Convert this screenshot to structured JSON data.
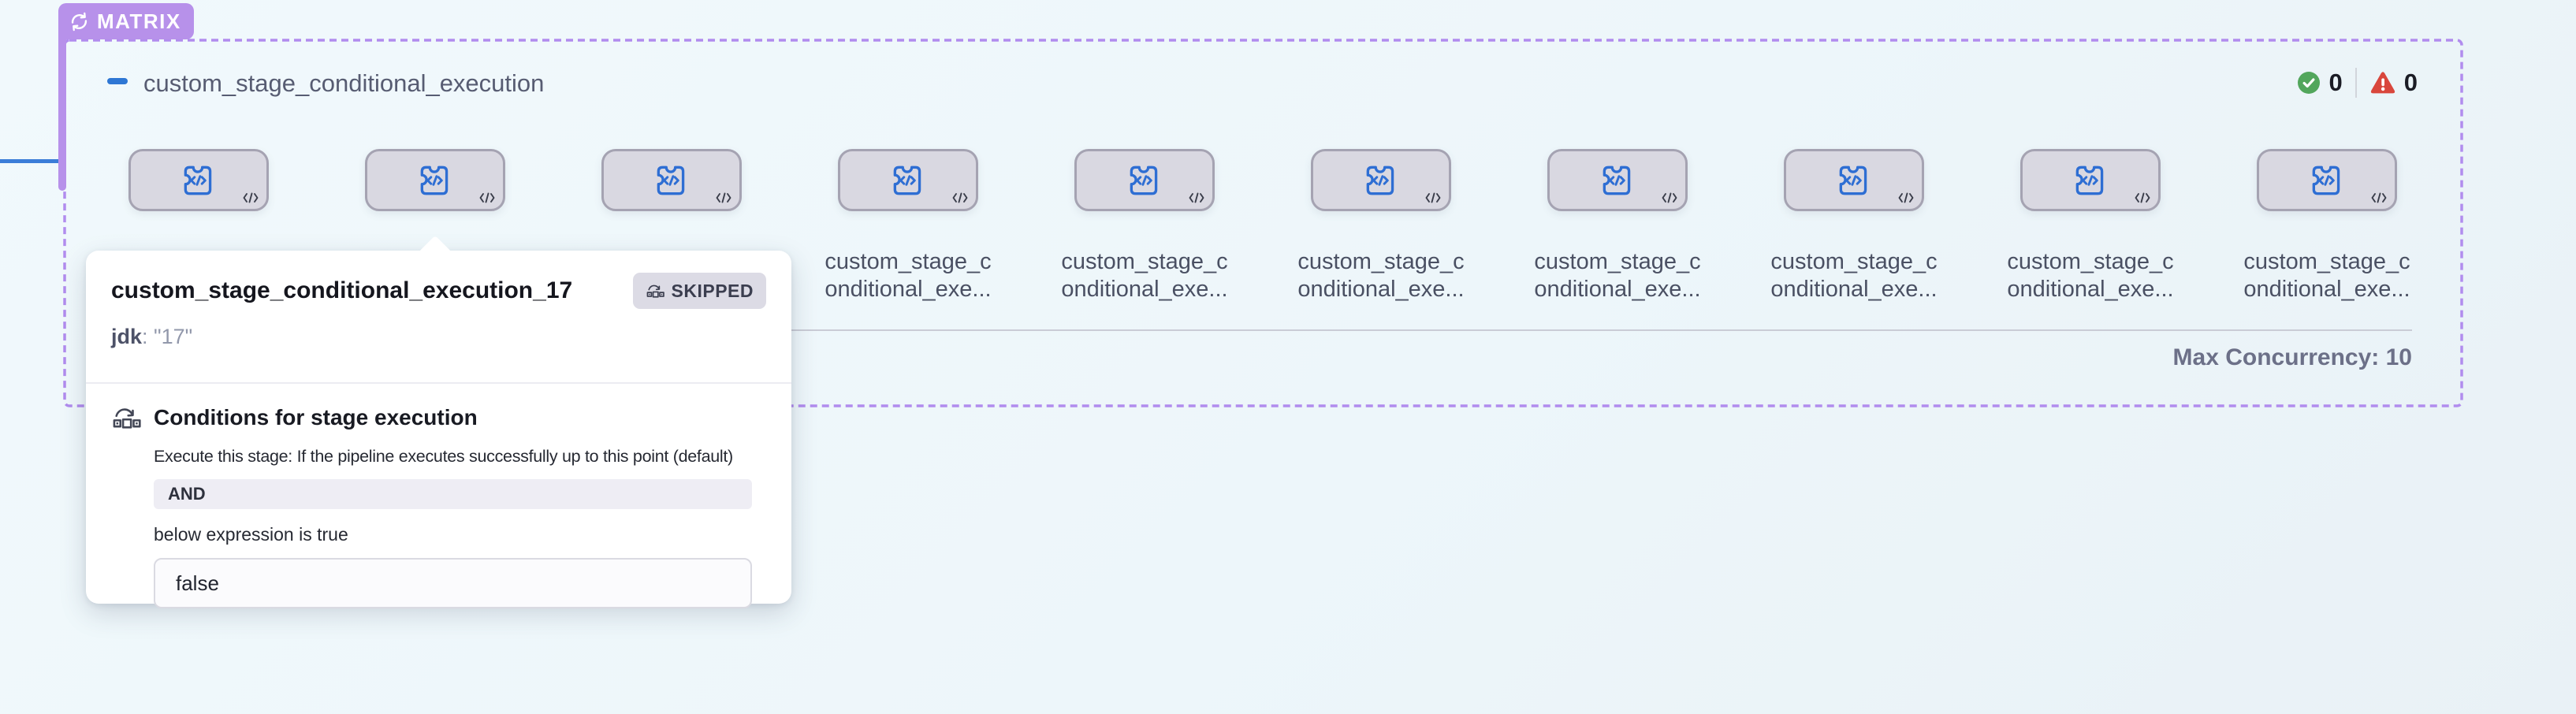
{
  "colors": {
    "accent_purple": "#b791ea",
    "dash_purple": "#b18cee",
    "node_fill": "#d9d8e1",
    "node_border": "#a5a3b2",
    "stage_blue": "#2e6ed3",
    "connector_blue": "#3b7dd8",
    "success_green": "#52a65c",
    "failed_red": "#d9463c"
  },
  "icons": {
    "matrix_badge": "cycle-arrows-icon",
    "collapse": "minus-icon",
    "success": "check-circle-icon",
    "failed": "warning-triangle-icon",
    "stage": "custom-stage-puzzle-code-icon",
    "code_chip": "code-brackets-icon",
    "skip": "conditional-skip-icon"
  },
  "matrix": {
    "badge_label": "MATRIX",
    "header": {
      "title": "custom_stage_conditional_execution",
      "success_count": "0",
      "failed_count": "0"
    },
    "nodes": [
      {
        "label": ""
      },
      {
        "label": ""
      },
      {
        "label": ""
      },
      {
        "label": "custom_stage_c\nonditional_exe..."
      },
      {
        "label": "custom_stage_c\nonditional_exe..."
      },
      {
        "label": "custom_stage_c\nonditional_exe..."
      },
      {
        "label": "custom_stage_c\nonditional_exe..."
      },
      {
        "label": "custom_stage_c\nonditional_exe..."
      },
      {
        "label": "custom_stage_c\nonditional_exe..."
      },
      {
        "label": "custom_stage_c\nonditional_exe..."
      }
    ],
    "footer": {
      "max_concurrency": "Max Concurrency: 10"
    }
  },
  "tooltip": {
    "title": "custom_stage_conditional_execution_17",
    "status_badge": "SKIPPED",
    "param_key": "jdk",
    "param_rest": ": \"17\"",
    "conditions": {
      "heading": "Conditions for stage execution",
      "description": "Execute this stage: If the pipeline executes successfully up to this point (default)",
      "operator": "AND",
      "subtext": "below expression is true",
      "expression": "false"
    }
  }
}
